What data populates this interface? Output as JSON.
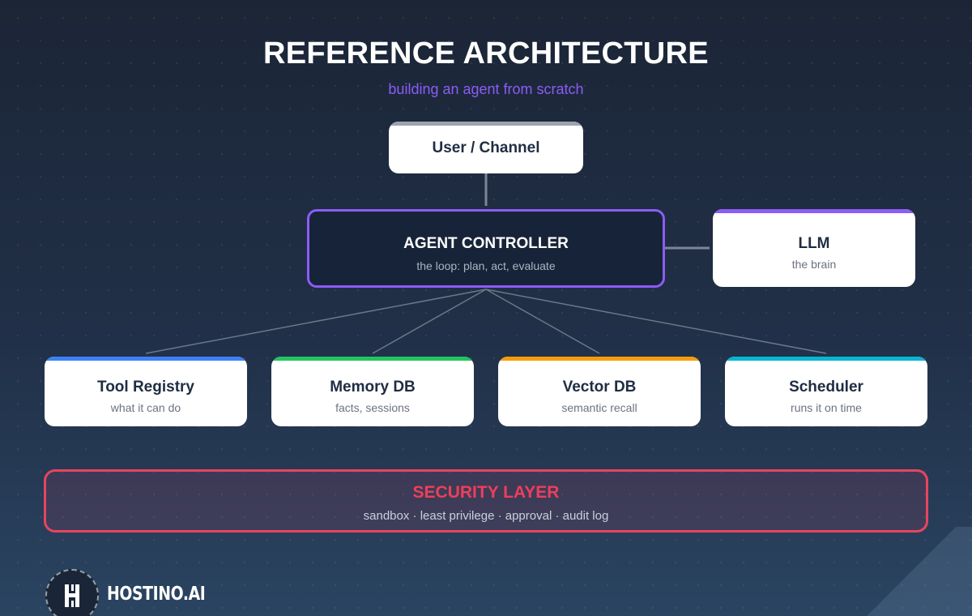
{
  "header": {
    "title": "REFERENCE ARCHITECTURE",
    "subtitle": "building an agent from scratch"
  },
  "nodes": {
    "user": {
      "name": "User / Channel",
      "accent": "#9ca3af"
    },
    "controller": {
      "name": "AGENT CONTROLLER",
      "desc": "the loop: plan, act, evaluate",
      "accent": "#8b5cf6"
    },
    "llm": {
      "name": "LLM",
      "desc": "the brain",
      "accent": "#8b5cf6"
    },
    "tool_registry": {
      "name": "Tool Registry",
      "desc": "what it can do",
      "accent": "#3b82f6"
    },
    "memory_db": {
      "name": "Memory DB",
      "desc": "facts, sessions",
      "accent": "#22c55e"
    },
    "vector_db": {
      "name": "Vector DB",
      "desc": "semantic recall",
      "accent": "#f59e0b"
    },
    "scheduler": {
      "name": "Scheduler",
      "desc": "runs it on time",
      "accent": "#06b6d4"
    }
  },
  "security": {
    "name": "SECURITY LAYER",
    "desc": "sandbox · least privilege · approval · audit log",
    "accent": "#e8455f"
  },
  "logo": {
    "mark": "H",
    "text": "HOSTINO.AI"
  },
  "edges": [
    {
      "from": "user",
      "to": "controller"
    },
    {
      "from": "controller",
      "to": "llm"
    },
    {
      "from": "controller",
      "to": "tool_registry"
    },
    {
      "from": "controller",
      "to": "memory_db"
    },
    {
      "from": "controller",
      "to": "vector_db"
    },
    {
      "from": "controller",
      "to": "scheduler"
    }
  ]
}
